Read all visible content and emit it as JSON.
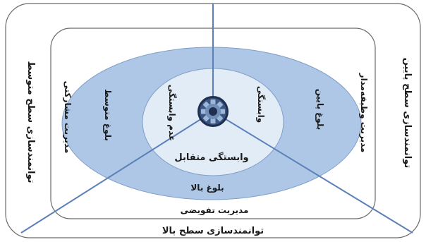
{
  "labels": {
    "outer_left": "توانمندسازی سطح متوسط",
    "outer_right": "توانمندسازی سطح پایین",
    "outer_bottom": "توانمندسازی سطح بالا",
    "middle_left": "مدیریت مشارکتی",
    "middle_right": "مدیریت وظیفه‌مدار",
    "middle_bottom": "مدیریت تفویضی",
    "ellipse_left": "بلوغ متوسط",
    "ellipse_right": "بلوغ پایین",
    "ellipse_bottom": "بلوغ بالا",
    "inner_left": "عدم وابستگی",
    "inner_right": "وابستگی",
    "inner_bottom": "وابستگی متقابل"
  },
  "icons": {
    "center": "gear-icon"
  },
  "colors": {
    "line": "#5b7fb8",
    "box_stroke": "#6b6b6b",
    "outer_ellipse": "#aec7e6",
    "inner_ellipse": "#e2ecf7",
    "gear_dark": "#1f2f4f",
    "gear_mid": "#6f8fb8"
  }
}
